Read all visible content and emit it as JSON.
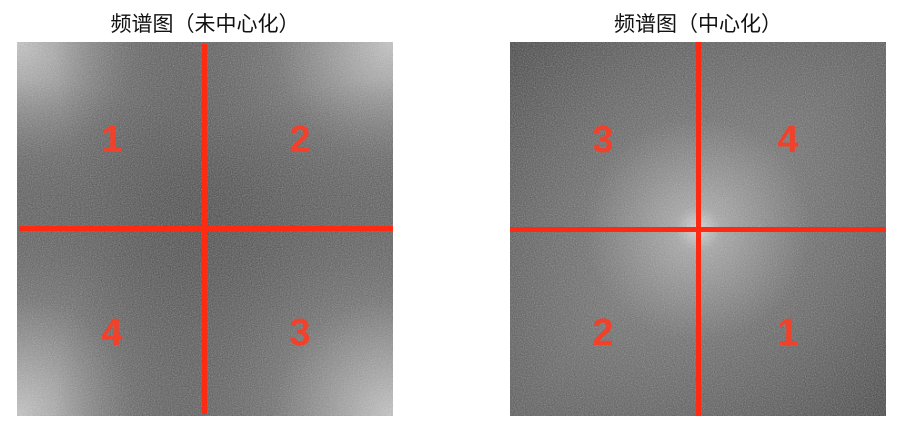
{
  "colors": {
    "axis": "#ff2a12",
    "label": "#f2412a"
  },
  "panels": [
    {
      "title": "频谱图（未中心化）",
      "centered": false,
      "quadrants": {
        "top_left": "1",
        "top_right": "2",
        "bottom_left": "4",
        "bottom_right": "3"
      }
    },
    {
      "title": "频谱图（中心化）",
      "centered": true,
      "quadrants": {
        "top_left": "3",
        "top_right": "4",
        "bottom_left": "2",
        "bottom_right": "1"
      }
    }
  ]
}
